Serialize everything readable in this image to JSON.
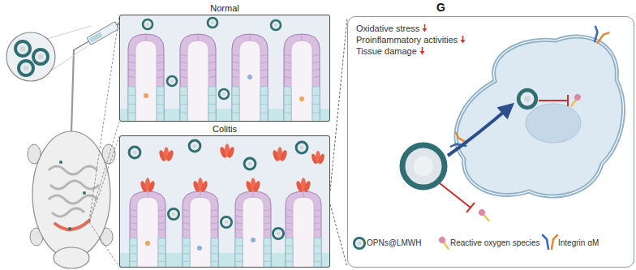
{
  "diagram": {
    "nodes": [
      {
        "text": [
          "Normal"
        ]
      },
      {
        "text": [
          "Colitis"
        ]
      },
      {
        "text": [
          "Oxidative stress",
          "Proinflammatory activities",
          "Tissue damage"
        ]
      }
    ],
    "edges": [
      {
        "from": 1,
        "to": 2,
        "arrow": "none"
      }
    ],
    "labels": [
      "G"
    ],
    "legend": [
      {
        "text": "OPNs@LMWH"
      },
      {
        "text": "Reactive oxygen species"
      },
      {
        "text": "Integrin αM"
      }
    ]
  }
}
